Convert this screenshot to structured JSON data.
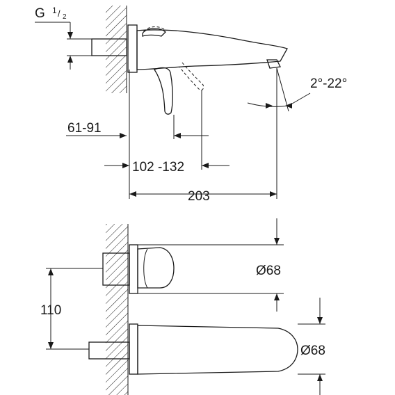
{
  "labels": {
    "thread_g": "G",
    "thread_num": "1",
    "thread_den": "2",
    "angle": "2°-22°",
    "d_61_91": "61-91",
    "d_102_132": "102 -132",
    "d_203": "203",
    "d_110": "110",
    "dia_top": "Ø68",
    "dia_bottom": "Ø68"
  },
  "colors": {
    "ink": "#1a1a1a",
    "background": "#ffffff"
  }
}
